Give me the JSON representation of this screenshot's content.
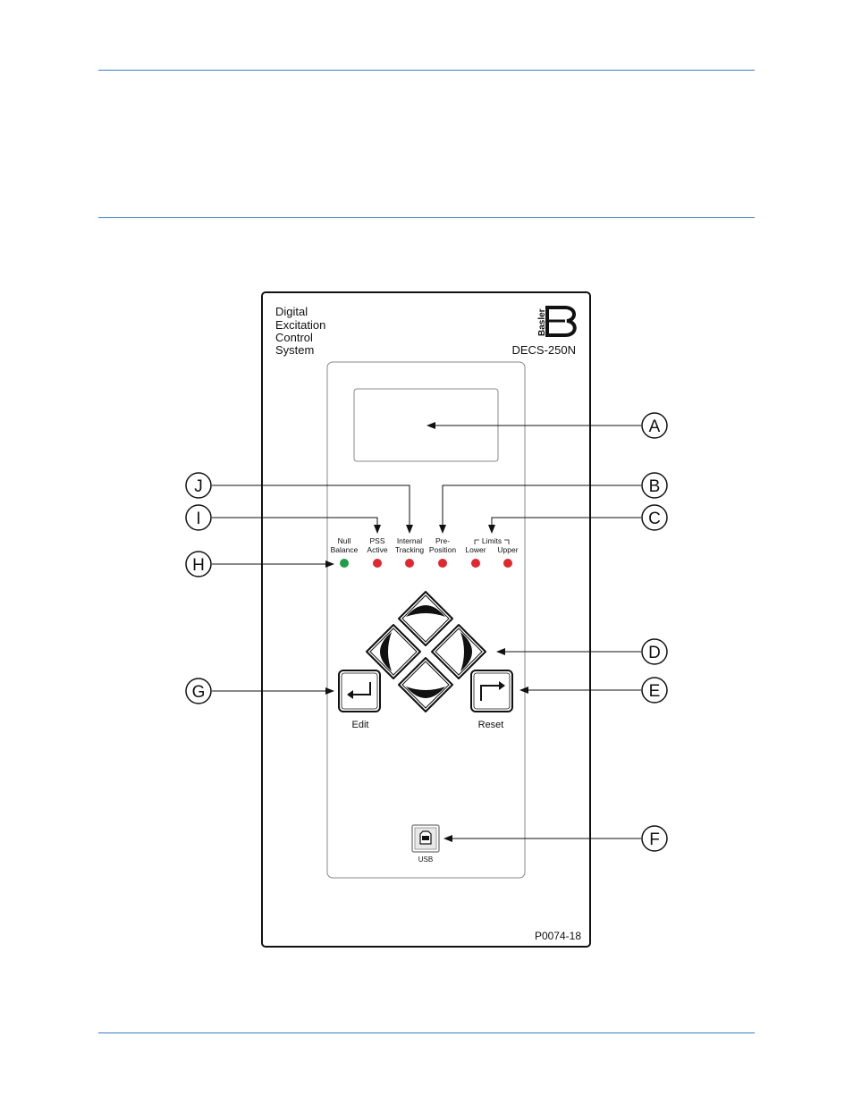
{
  "panel": {
    "title_lines": [
      "Digital",
      "Excitation",
      "Control",
      "System"
    ],
    "brand": "Basler",
    "model": "DECS-250N",
    "figure_id": "P0074-18"
  },
  "indicators": {
    "null_balance": {
      "line1": "Null",
      "line2": "Balance",
      "color": "#1f9e4a"
    },
    "pss_active": {
      "line1": "PSS",
      "line2": "Active",
      "color": "#e0282e"
    },
    "internal_tracking": {
      "line1": "Internal",
      "line2": "Tracking",
      "color": "#e0282e"
    },
    "pre_position": {
      "line1": "Pre-",
      "line2": "Position",
      "color": "#e0282e"
    },
    "limits_group": "Limits",
    "lower": {
      "label": "Lower",
      "color": "#e0282e"
    },
    "upper": {
      "label": "Upper",
      "color": "#e0282e"
    }
  },
  "buttons": {
    "edit_label": "Edit",
    "reset_label": "Reset",
    "usb_label": "USB"
  },
  "callouts": {
    "A": "A",
    "B": "B",
    "C": "C",
    "D": "D",
    "E": "E",
    "F": "F",
    "G": "G",
    "H": "H",
    "I": "I",
    "J": "J"
  },
  "colors": {
    "rule": "#3a7fc1",
    "led_green": "#1f9e4a",
    "led_red": "#e0282e"
  }
}
